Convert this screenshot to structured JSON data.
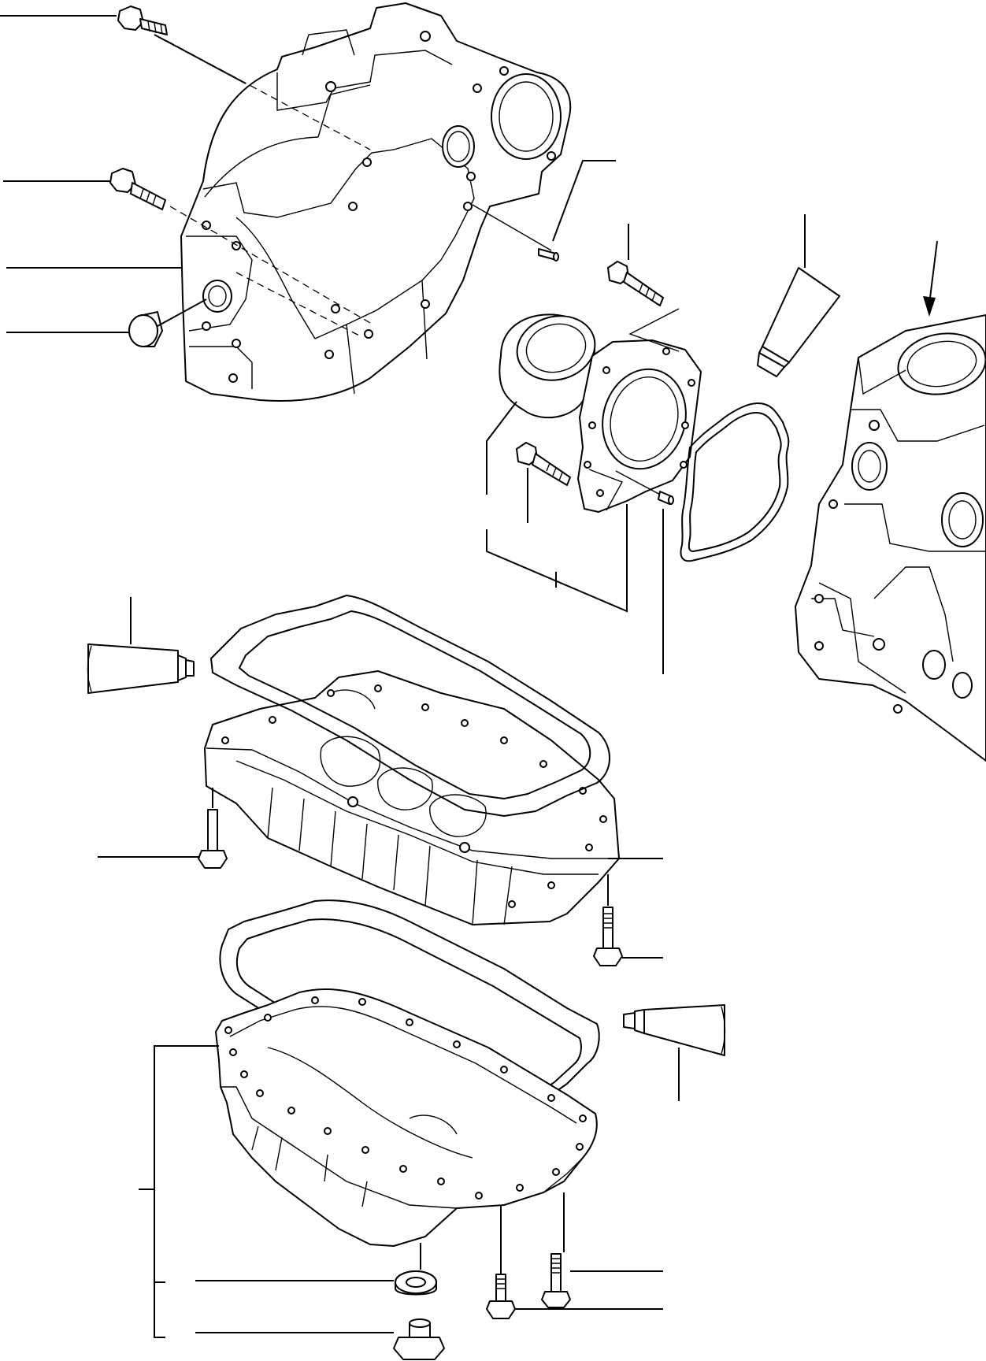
{
  "diagram": {
    "type": "exploded-parts-view",
    "parts": [
      "flywheel-housing",
      "housing-bolt-top",
      "housing-bolt-middle",
      "housing-plug",
      "dowel-pin-upper",
      "crankshaft-rear-seal",
      "seal-retainer-plate",
      "retainer-bolt-upper",
      "retainer-bolt-lower",
      "dowel-pin-lower",
      "retainer-gasket",
      "sealant-tube-upper",
      "cylinder-block",
      "sealant-tube-left",
      "oil-pan-gasket",
      "upper-oil-pan",
      "upper-pan-bolt-left",
      "upper-pan-bolt-right",
      "lower-pan-gasket",
      "sealant-tube-right",
      "lower-oil-pan",
      "lower-pan-bolt",
      "lower-pan-bolt-short",
      "drain-plug-washer",
      "drain-plug"
    ]
  }
}
